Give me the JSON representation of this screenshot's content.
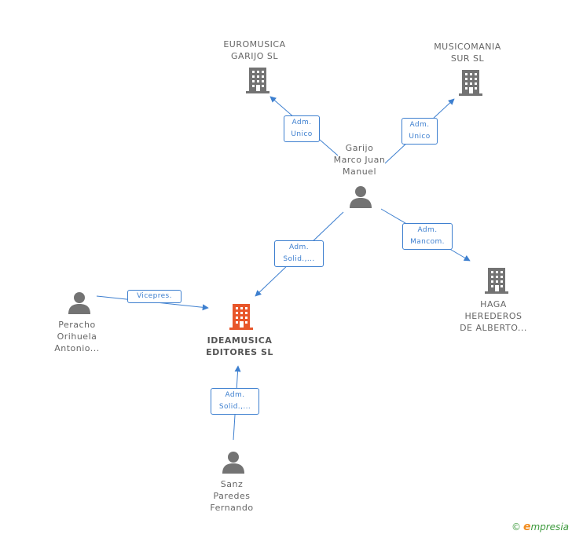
{
  "colors": {
    "edge": "#3d7fcf",
    "building_gray": "#737373",
    "building_main": "#e8562a",
    "person": "#737373",
    "label_text": "#666666"
  },
  "nodes": {
    "euromusica": {
      "lines": [
        "EUROMUSICA",
        "GARIJO SL"
      ],
      "icon": "building-icon"
    },
    "musicomania": {
      "lines": [
        "MUSICOMANIA",
        "SUR SL"
      ],
      "icon": "building-icon"
    },
    "garijo": {
      "lines": [
        "Garijo",
        "Marco Juan",
        "Manuel"
      ],
      "icon": "person-icon"
    },
    "haga": {
      "lines": [
        "HAGA",
        "HEREDEROS",
        "DE ALBERTO..."
      ],
      "icon": "building-icon"
    },
    "peracho": {
      "lines": [
        "Peracho",
        "Orihuela",
        "Antonio..."
      ],
      "icon": "person-icon"
    },
    "ideamusica": {
      "lines": [
        "IDEAMUSICA",
        "EDITORES SL"
      ],
      "icon": "building-icon"
    },
    "sanz": {
      "lines": [
        "Sanz",
        "Paredes",
        "Fernando"
      ],
      "icon": "person-icon"
    }
  },
  "edges": {
    "garijo_euromusica": {
      "lines": [
        "Adm.",
        "Unico"
      ]
    },
    "garijo_musicomania": {
      "lines": [
        "Adm.",
        "Unico"
      ]
    },
    "garijo_haga": {
      "lines": [
        "Adm.",
        "Mancom."
      ]
    },
    "garijo_ideamusica": {
      "lines": [
        "Adm.",
        "Solid.,..."
      ]
    },
    "peracho_ideamusica": {
      "lines": [
        "Vicepres."
      ]
    },
    "sanz_ideamusica": {
      "lines": [
        "Adm.",
        "Solid.,..."
      ]
    }
  },
  "watermark": {
    "copyright": "©",
    "brand_initial": "e",
    "brand_rest": "mpresia"
  }
}
